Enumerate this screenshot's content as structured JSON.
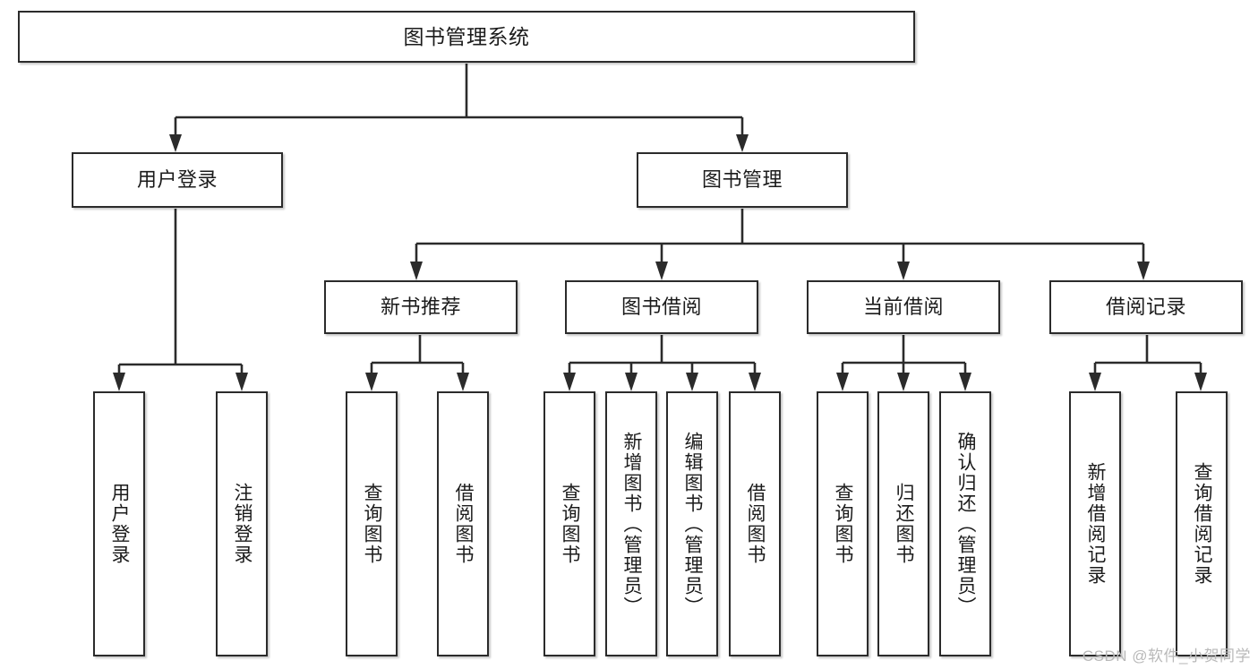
{
  "diagram": {
    "title": "图书管理系统",
    "watermark": "CSDN @软件_小贺同学",
    "accent_color": "#2b2b2b",
    "background_color": "#ffffff",
    "watermark_color": "#b9b9b9"
  },
  "nodes": {
    "root": {
      "label": "图书管理系统"
    },
    "level2": [
      {
        "label": "用户登录"
      },
      {
        "label": "图书管理"
      }
    ],
    "level3": [
      {
        "label": "新书推荐"
      },
      {
        "label": "图书借阅"
      },
      {
        "label": "当前借阅"
      },
      {
        "label": "借阅记录"
      }
    ],
    "leaves": {
      "user_login": [
        {
          "label": "用户登录"
        },
        {
          "label": "注销登录"
        }
      ],
      "new_book": [
        {
          "label": "查询图书"
        },
        {
          "label": "借阅图书"
        }
      ],
      "book_borrow": [
        {
          "label": "查询图书"
        },
        {
          "label": "新增图书（管理员）"
        },
        {
          "label": "编辑图书（管理员）"
        },
        {
          "label": "借阅图书"
        }
      ],
      "current_borrow": [
        {
          "label": "查询图书"
        },
        {
          "label": "归还图书"
        },
        {
          "label": "确认归还（管理员）"
        }
      ],
      "borrow_record": [
        {
          "label": "新增借阅记录"
        },
        {
          "label": "查询借阅记录"
        }
      ]
    }
  }
}
